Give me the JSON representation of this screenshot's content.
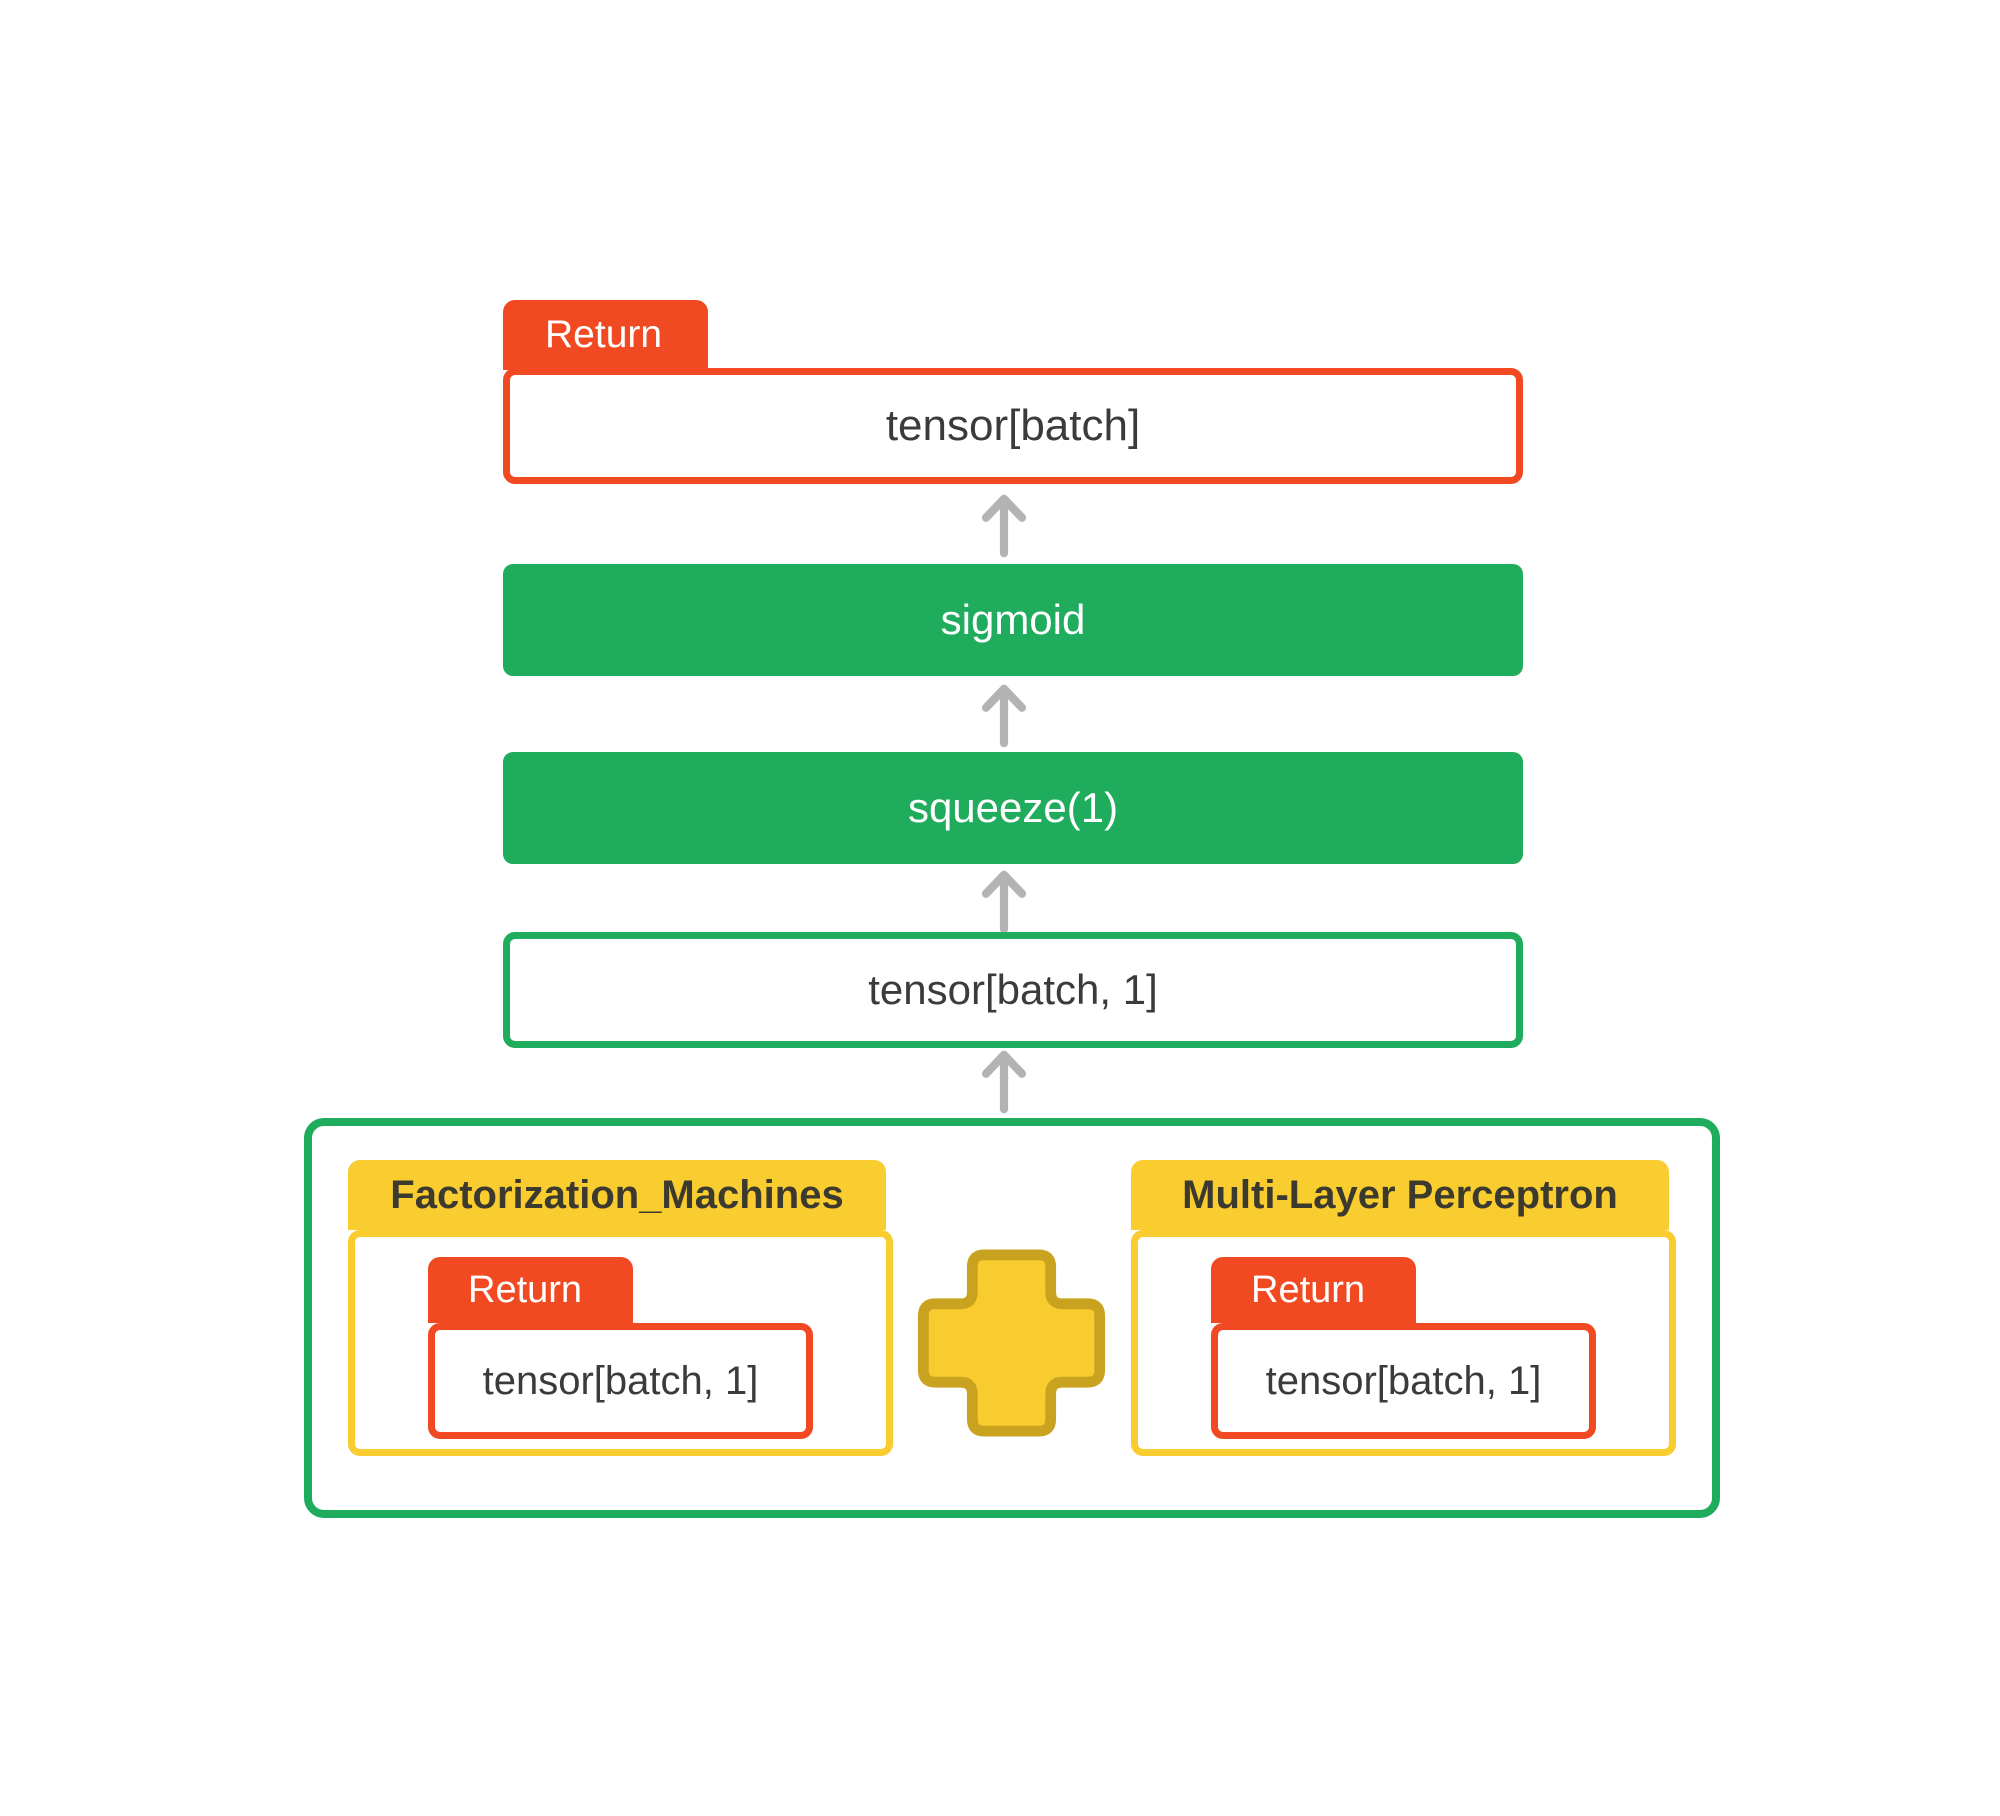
{
  "flow": {
    "return_tab_label": "Return",
    "return_value": "tensor[batch]",
    "sigmoid_label": "sigmoid",
    "squeeze_label": "squeeze(1)",
    "pre_squeeze_value": "tensor[batch, 1]"
  },
  "modules": {
    "factorization_machines": {
      "title": "Factorization_Machines",
      "return_tab_label": "Return",
      "return_value": "tensor[batch, 1]"
    },
    "combine_operator": "plus",
    "multi_layer_perceptron": {
      "title": "Multi-Layer Perceptron",
      "return_tab_label": "Return",
      "return_value": "tensor[batch, 1]"
    }
  },
  "colors": {
    "accent_orange": "#F14A22",
    "accent_green": "#1FAC5D",
    "accent_yellow": "#F9CD2F",
    "plus_fill": "#F8CB2E",
    "plus_border": "#C9A21F",
    "arrow_gray": "#B3B3B3",
    "text_dark": "#3B3B3B",
    "tab_text_dark": "#3C3A2E"
  }
}
